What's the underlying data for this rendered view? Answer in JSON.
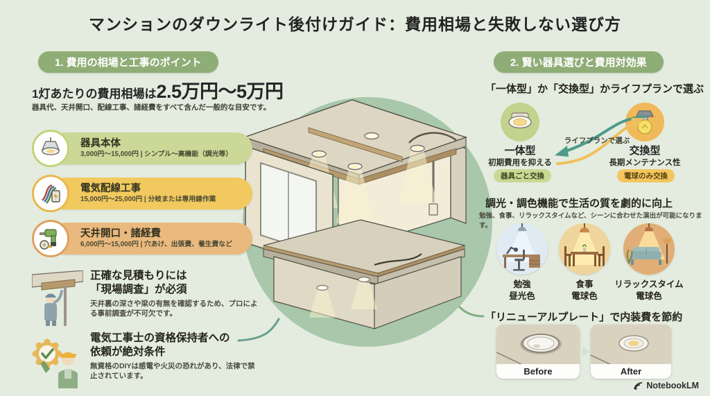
{
  "title": "マンションのダウンライト後付けガイド：費用相場と失敗しない選び方",
  "section1": {
    "badge": "1. 費用の相場と工事のポイント",
    "headline_prefix": "1灯あたりの費用相場は",
    "headline_value": "2.5万円〜5万円",
    "headline_note": "器具代、天井開口、配線工事、諸経費をすべて含んだ一般的な目安です。",
    "cost_items": [
      {
        "title": "器具本体",
        "detail": "3,000円〜15,000円 | シンプル〜高機能（調光等）",
        "icon": "downlight-icon",
        "pill_color": "#ccd898"
      },
      {
        "title": "電気配線工事",
        "detail": "15,000円〜25,000円 | 分岐または専用線作業",
        "icon": "wiring-icon",
        "pill_color": "#f1c95e"
      },
      {
        "title": "天井開口・諸経費",
        "detail": "6,000円〜15,000円 | 穴あけ、出張費、養生費など",
        "icon": "drill-icon",
        "pill_color": "#eab97e"
      }
    ],
    "notes": [
      {
        "title_line1": "正確な見積もりには",
        "title_line2": "「現場調査」が必須",
        "body": "天井裏の深さや梁の有無を確認するため、プロによる事前調査が不可欠です。"
      },
      {
        "title_line1": "電気工事士の資格保持者への",
        "title_line2": "依頼が絶対条件",
        "body": "無資格のDIYは感電や火災の恐れがあり、法律で禁止されています。"
      }
    ]
  },
  "section2": {
    "badge": "2. 賢い器具選びと費用対効果",
    "choose_heading": "「一体型」か「交換型」かライフプランで選ぶ",
    "compare": {
      "left": {
        "name": "一体型",
        "desc": "初期費用を抑える",
        "tag": "器具ごと交換"
      },
      "center_label": "ライフプランで選ぶ",
      "right": {
        "name": "交換型",
        "desc": "長期メンテナンス性",
        "tag": "電球のみ交換"
      }
    },
    "dimming": {
      "heading": "調光・調色機能で生活の質を劇的に向上",
      "body": "勉強、食事、リラックスタイムなど、シーンに合わせた演出が可能になります。",
      "scenes": [
        {
          "label": "勉強",
          "light": "昼光色"
        },
        {
          "label": "食事",
          "light": "電球色"
        },
        {
          "label": "リラックスタイム",
          "light": "電球色"
        }
      ]
    },
    "renewal": {
      "heading": "「リニューアルプレート」で内装費を節約",
      "before_label": "Before",
      "after_label": "After"
    }
  },
  "footer": {
    "brand": "NotebookLM"
  },
  "colors": {
    "background": "#e4ecdf",
    "badge_green": "#8fad76",
    "illustration_circle_green": "#a8c7ab",
    "accent_green": "#aec379",
    "accent_yellow": "#ecc45f",
    "accent_orange": "#e5a86b",
    "accent_teal": "#5f9e8f",
    "text_dark": "#262626"
  }
}
